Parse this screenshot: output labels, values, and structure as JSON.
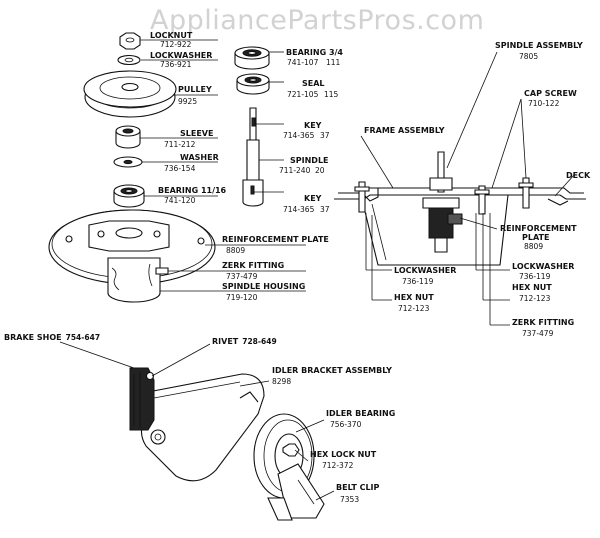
{
  "watermark": "AppliancePartsPros.com",
  "parts": {
    "locknut": {
      "name": "LOCKNUT",
      "number": "712-922"
    },
    "lockwasher_top": {
      "name": "LOCKWASHER",
      "number": "736-921"
    },
    "pulley": {
      "name": "PULLEY",
      "number": "9925"
    },
    "sleeve": {
      "name": "SLEEVE",
      "number": "711-212"
    },
    "washer": {
      "name": "WASHER",
      "number": "736-154"
    },
    "bearing_1116": {
      "name": "BEARING 11/16",
      "number": "741-120"
    },
    "reinf_plate_l": {
      "name": "REINFORCEMENT PLATE",
      "number": "8809"
    },
    "zerk_l": {
      "name": "ZERK FITTING",
      "number": "737-479"
    },
    "spindle_housing": {
      "name": "SPINDLE HOUSING",
      "number": "719-120"
    },
    "bearing_34": {
      "name": "BEARING 3/4",
      "number": "741-107",
      "qty": "111"
    },
    "seal": {
      "name": "SEAL",
      "number": "721-105",
      "qty": "115"
    },
    "key_top": {
      "name": "KEY",
      "number": "714-365",
      "qty": "37"
    },
    "spindle": {
      "name": "SPINDLE",
      "number": "711-240",
      "qty": "20"
    },
    "key_bottom": {
      "name": "KEY",
      "number": "714-365",
      "qty": "37"
    },
    "spindle_assembly": {
      "name": "SPINDLE ASSEMBLY",
      "number": "7805"
    },
    "frame_assembly": {
      "name": "FRAME ASSEMBLY"
    },
    "cap_screw": {
      "name": "CAP SCREW",
      "number": "710-122"
    },
    "deck": {
      "name": "DECK"
    },
    "reinf_plate_r": {
      "name1": "REINFORCEMENT",
      "name2": "PLATE",
      "number": "8809"
    },
    "lockwasher_m": {
      "name": "LOCKWASHER",
      "number": "736-119"
    },
    "lockwasher_r": {
      "name": "LOCKWASHER",
      "number": "736-119"
    },
    "hexnut_m": {
      "name": "HEX NUT",
      "number": "712-123"
    },
    "hexnut_r": {
      "name": "HEX NUT",
      "number": "712-123"
    },
    "zerk_r": {
      "name": "ZERK FITTING",
      "number": "737-479"
    },
    "brake_shoe": {
      "name": "BRAKE SHOE",
      "number": "754-647"
    },
    "rivet": {
      "name": "RIVET",
      "number": "728-649"
    },
    "idler_bracket": {
      "name": "IDLER BRACKET ASSEMBLY",
      "number": "8298"
    },
    "idler_bearing": {
      "name": "IDLER BEARING",
      "number": "756-370"
    },
    "hex_lock_nut": {
      "name": "HEX LOCK NUT",
      "number": "712-372"
    },
    "belt_clip": {
      "name": "BELT CLIP",
      "number": "7353"
    }
  }
}
